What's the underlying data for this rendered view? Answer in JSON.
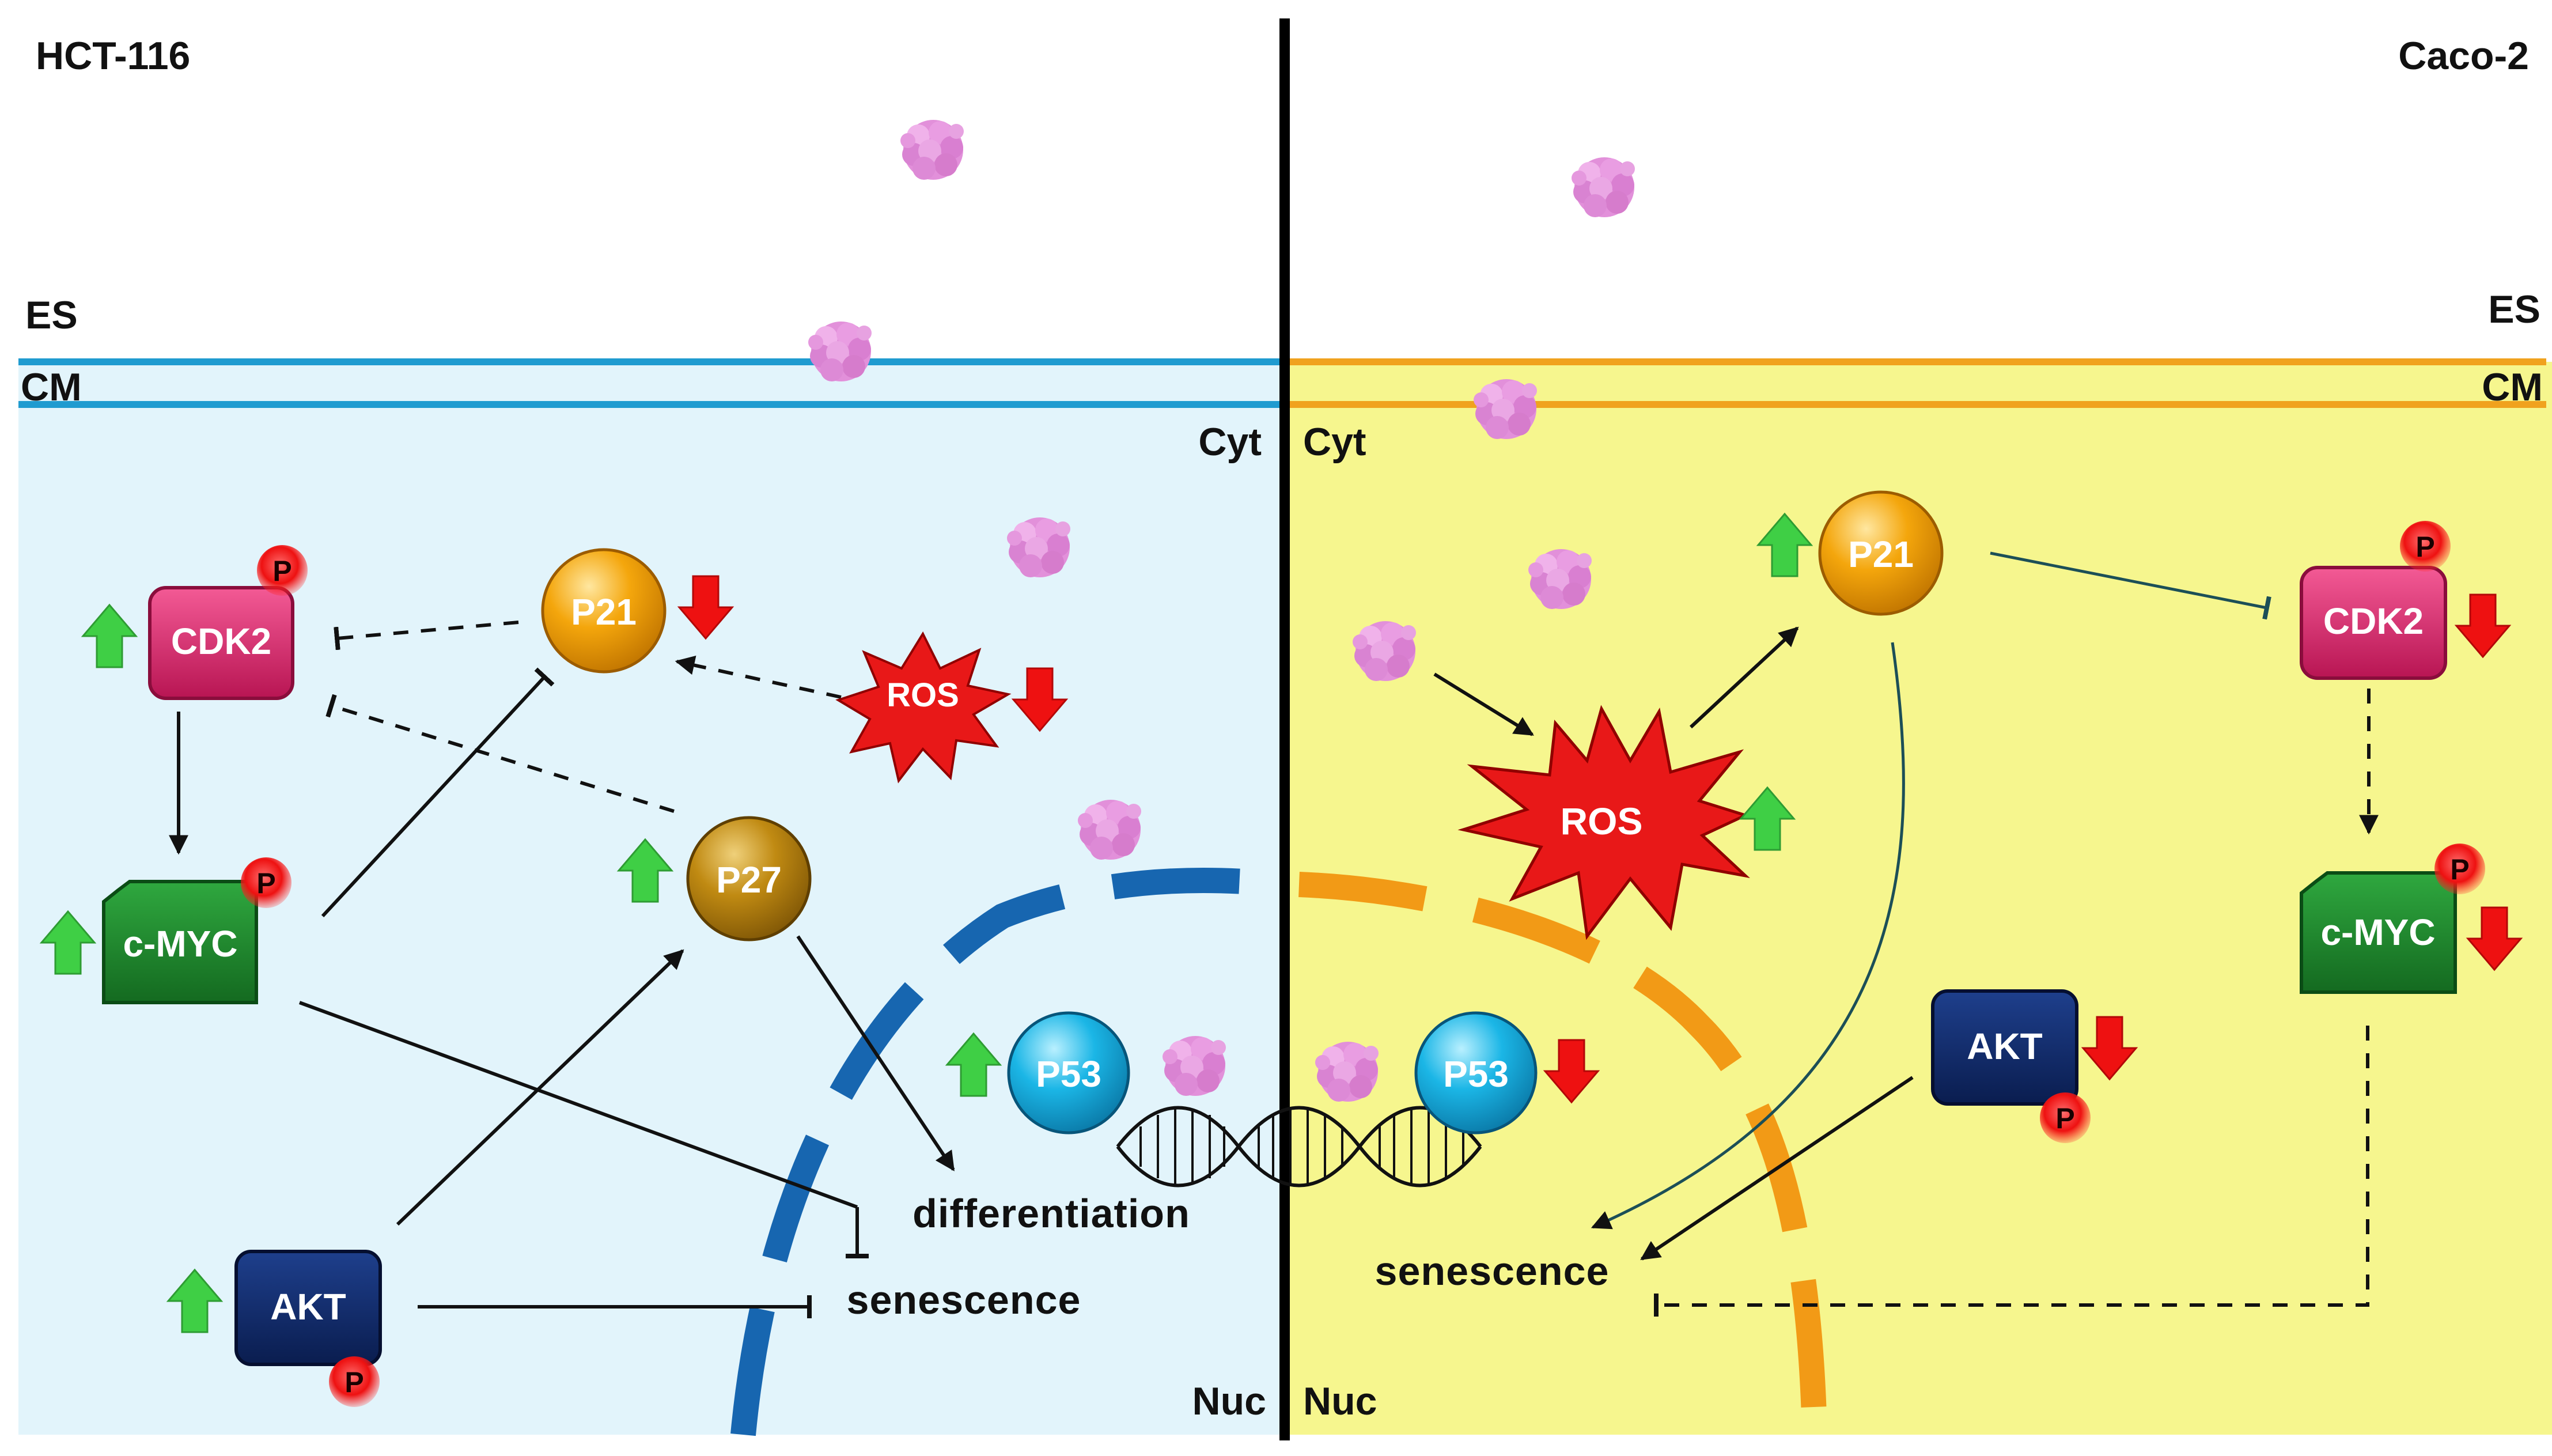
{
  "left_panel": {
    "cell_line": "HCT-116",
    "es_label": "ES",
    "cm_label": "CM",
    "cyt_label": "Cyt",
    "nuc_label": "Nuc",
    "nodes": {
      "cdk2": "CDK2",
      "cmyc": "c-MYC",
      "p21": "P21",
      "p27": "P27",
      "ros": "ROS",
      "akt": "AKT",
      "p53": "P53"
    },
    "outcomes": {
      "differentiation": "differentiation",
      "senescence": "senescence"
    }
  },
  "right_panel": {
    "cell_line": "Caco-2",
    "es_label": "ES",
    "cm_label": "CM",
    "cyt_label": "Cyt",
    "nuc_label": "Nuc",
    "nodes": {
      "p21": "P21",
      "cdk2": "CDK2",
      "cmyc": "c-MYC",
      "ros": "ROS",
      "akt": "AKT",
      "p53": "P53"
    },
    "outcomes": {
      "senescence": "senescence"
    }
  },
  "phospho_label": "P",
  "colors": {
    "left_cytoplasm": "#e2f4fb",
    "right_cytoplasm": "#f6f68e",
    "left_membrane": "#1f9bd0",
    "right_membrane": "#f0a21e",
    "left_nucleus": "#1766b0",
    "right_nucleus": "#f29a16",
    "up_arrow": "#3fcf45",
    "down_arrow": "#ee1111",
    "cdk2": "#df2d72",
    "cmyc": "#1f8a2d",
    "p21": "#f4a60c",
    "p27": "#c08a12",
    "akt": "#0f2a6b",
    "p53": "#1bb6e6",
    "ros": "#e81818",
    "nanoparticle": "#e290da"
  }
}
